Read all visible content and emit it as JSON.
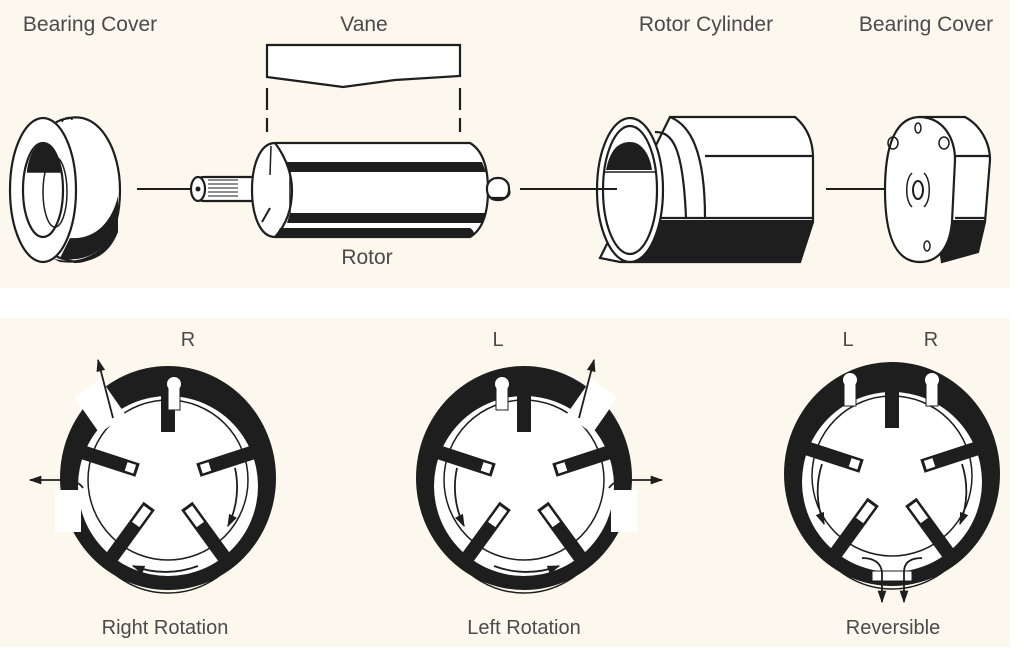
{
  "diagram": {
    "title": "Rotary vane pump components and rotation configurations",
    "colors": {
      "background": "#fdf8ed",
      "ink": "#1e1e1e",
      "label_text": "#4a4a4c"
    },
    "exploded_view": {
      "parts": [
        {
          "id": "bearing-cover-left",
          "label": "Bearing Cover"
        },
        {
          "id": "vane",
          "label": "Vane"
        },
        {
          "id": "rotor",
          "label": "Rotor"
        },
        {
          "id": "rotor-cylinder",
          "label": "Rotor Cylinder"
        },
        {
          "id": "bearing-cover-right",
          "label": "Bearing Cover"
        }
      ]
    },
    "rotation_modes": [
      {
        "id": "right-rotation",
        "label": "Right Rotation",
        "port_labels": [
          "R"
        ]
      },
      {
        "id": "left-rotation",
        "label": "Left Rotation",
        "port_labels": [
          "L"
        ]
      },
      {
        "id": "reversible",
        "label": "Reversible",
        "port_labels": [
          "L",
          "R"
        ]
      }
    ]
  }
}
